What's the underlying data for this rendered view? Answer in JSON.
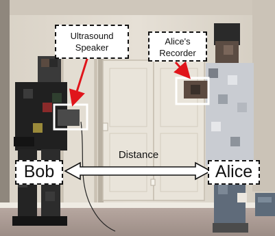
{
  "annotations": {
    "speaker_label_line1": "Ultrasound",
    "speaker_label_line2": "Speaker",
    "recorder_label_line1": "Alice's",
    "recorder_label_line2": "Recorder",
    "distance_label": "Distance",
    "left_person": "Bob",
    "right_person": "Alice"
  },
  "colors": {
    "pointer_arrow": "#e0151b",
    "highlight_box": "#ffffff",
    "label_border": "#111111"
  }
}
